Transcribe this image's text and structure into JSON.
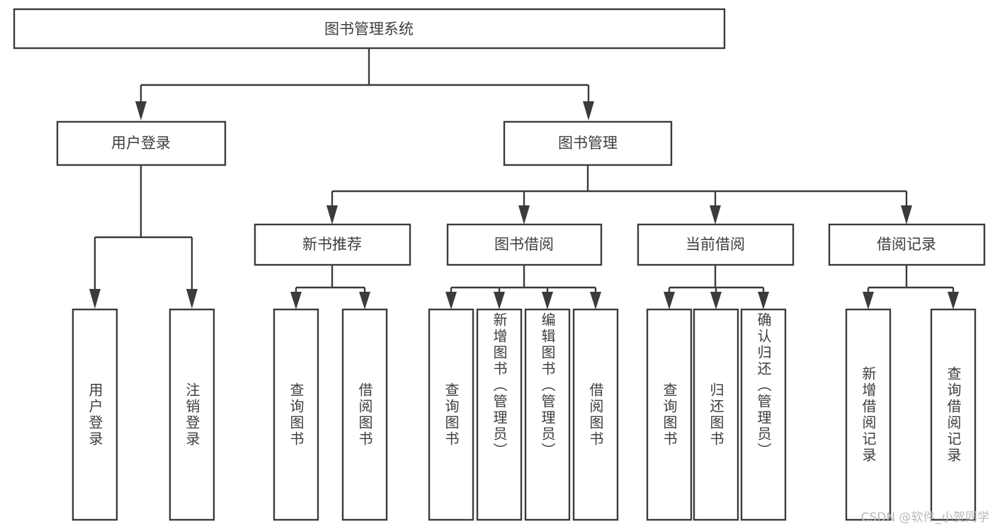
{
  "diagram": {
    "title": "图书管理系统",
    "type": "tree",
    "colors": {
      "stroke": "#3b3b3b",
      "box_fill": "#ffffff",
      "text": "#3d3d3d",
      "background": "#ffffff",
      "watermark": "#b9b9b9"
    },
    "levels": {
      "root": {
        "label": "图书管理系统"
      },
      "level2": [
        {
          "label": "用户登录"
        },
        {
          "label": "图书管理"
        }
      ],
      "level3": [
        {
          "label": "新书推荐"
        },
        {
          "label": "图书借阅"
        },
        {
          "label": "当前借阅"
        },
        {
          "label": "借阅记录"
        }
      ],
      "leaves": {
        "user_login": [
          {
            "label": "用户登录"
          },
          {
            "label": "注销登录"
          }
        ],
        "new_book_recommend": [
          {
            "label": "查询图书"
          },
          {
            "label": "借阅图书"
          }
        ],
        "book_borrow": [
          {
            "label": "查询图书"
          },
          {
            "label": "新增图书（管理员）"
          },
          {
            "label": "编辑图书（管理员）"
          },
          {
            "label": "借阅图书"
          }
        ],
        "current_borrow": [
          {
            "label": "查询图书"
          },
          {
            "label": "归还图书"
          },
          {
            "label": "确认归还（管理员）"
          }
        ],
        "borrow_record": [
          {
            "label": "新增借阅记录"
          },
          {
            "label": "查询借阅记录"
          }
        ]
      }
    },
    "watermark": "CSDN @软件_小贺同学"
  }
}
